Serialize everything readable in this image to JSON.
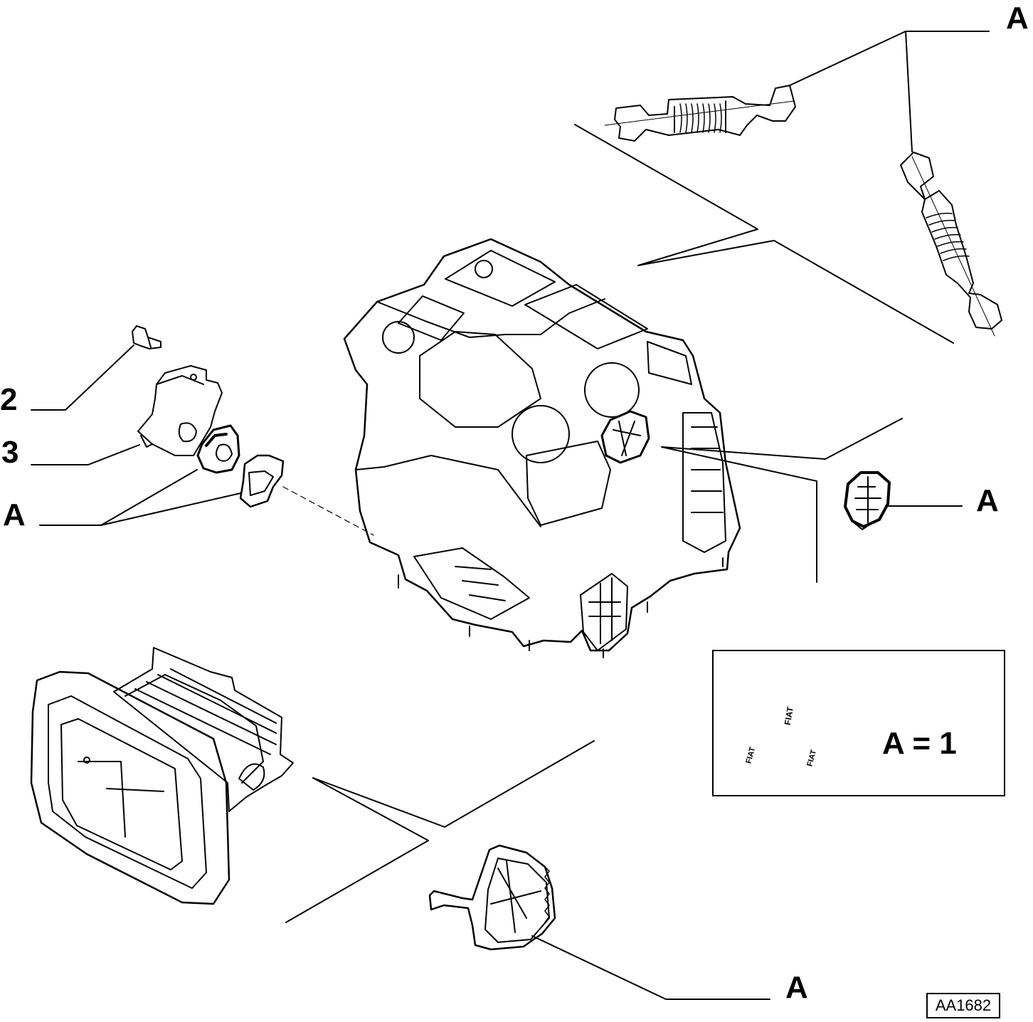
{
  "callouts": {
    "a_top_right": "A",
    "label_2": "2",
    "label_3": "3",
    "a_left": "A",
    "a_right_gear": "A",
    "a_bottom": "A"
  },
  "legend": {
    "equation": "A = 1",
    "box_text_1": "FIAT",
    "box_text_2": "FIAT",
    "box_text_3": "FIAT"
  },
  "drawing_code": "AA1682"
}
